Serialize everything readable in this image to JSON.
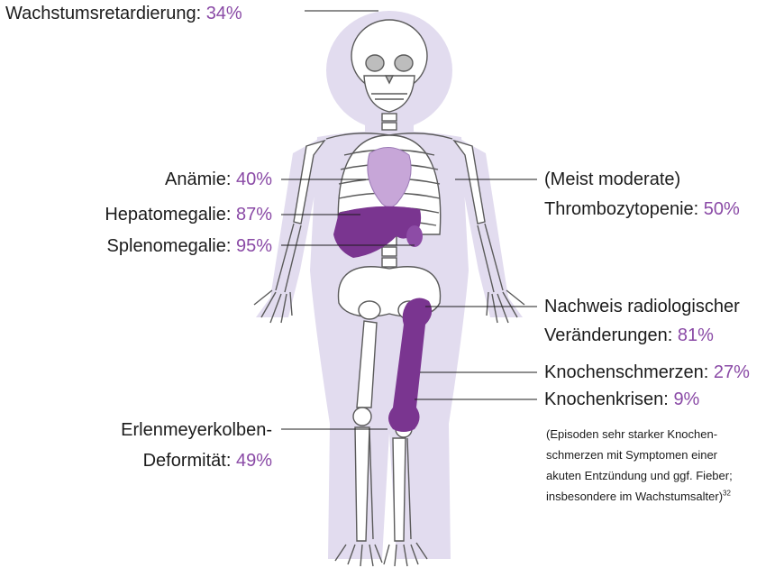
{
  "colors": {
    "body_silhouette": "#e2dcef",
    "bone_stroke": "#5a5a5a",
    "organ_purple": "#7a3590",
    "organ_light": "#c7a6d8",
    "percent_text": "#8a4aa6"
  },
  "labels": {
    "growth": {
      "text": "Wachstumsretardierung:",
      "value": "34%"
    },
    "anemia": {
      "text": "Anämie:",
      "value": "40%"
    },
    "hepatomegaly": {
      "text": "Hepatomegalie:",
      "value": "87%"
    },
    "splenomegaly": {
      "text": "Splenomegalie:",
      "value": "95%"
    },
    "erlenmeyer": {
      "text_line1": "Erlenmeyerkolben-",
      "text_line2": "Deformität:",
      "value": "49%"
    },
    "thrombocytopenia": {
      "text_line1": "(Meist moderate)",
      "text_line2": "Thrombozytopenie:",
      "value": "50%"
    },
    "radiology": {
      "text_line1": "Nachweis radiologischer",
      "text_line2": "Veränderungen:",
      "value": "81%"
    },
    "bone_pain": {
      "text": "Knochenschmerzen:",
      "value": "27%"
    },
    "bone_crisis": {
      "text": "Knochenkrisen:",
      "value": "9%"
    }
  },
  "footnote": {
    "line1": "(Episoden sehr starker Knochen-",
    "line2": "schmerzen mit Symptomen einer",
    "line3": "akuten Entzündung und ggf. Fieber;",
    "line4": "insbesondere im Wachstumsalter)",
    "ref": "32"
  }
}
